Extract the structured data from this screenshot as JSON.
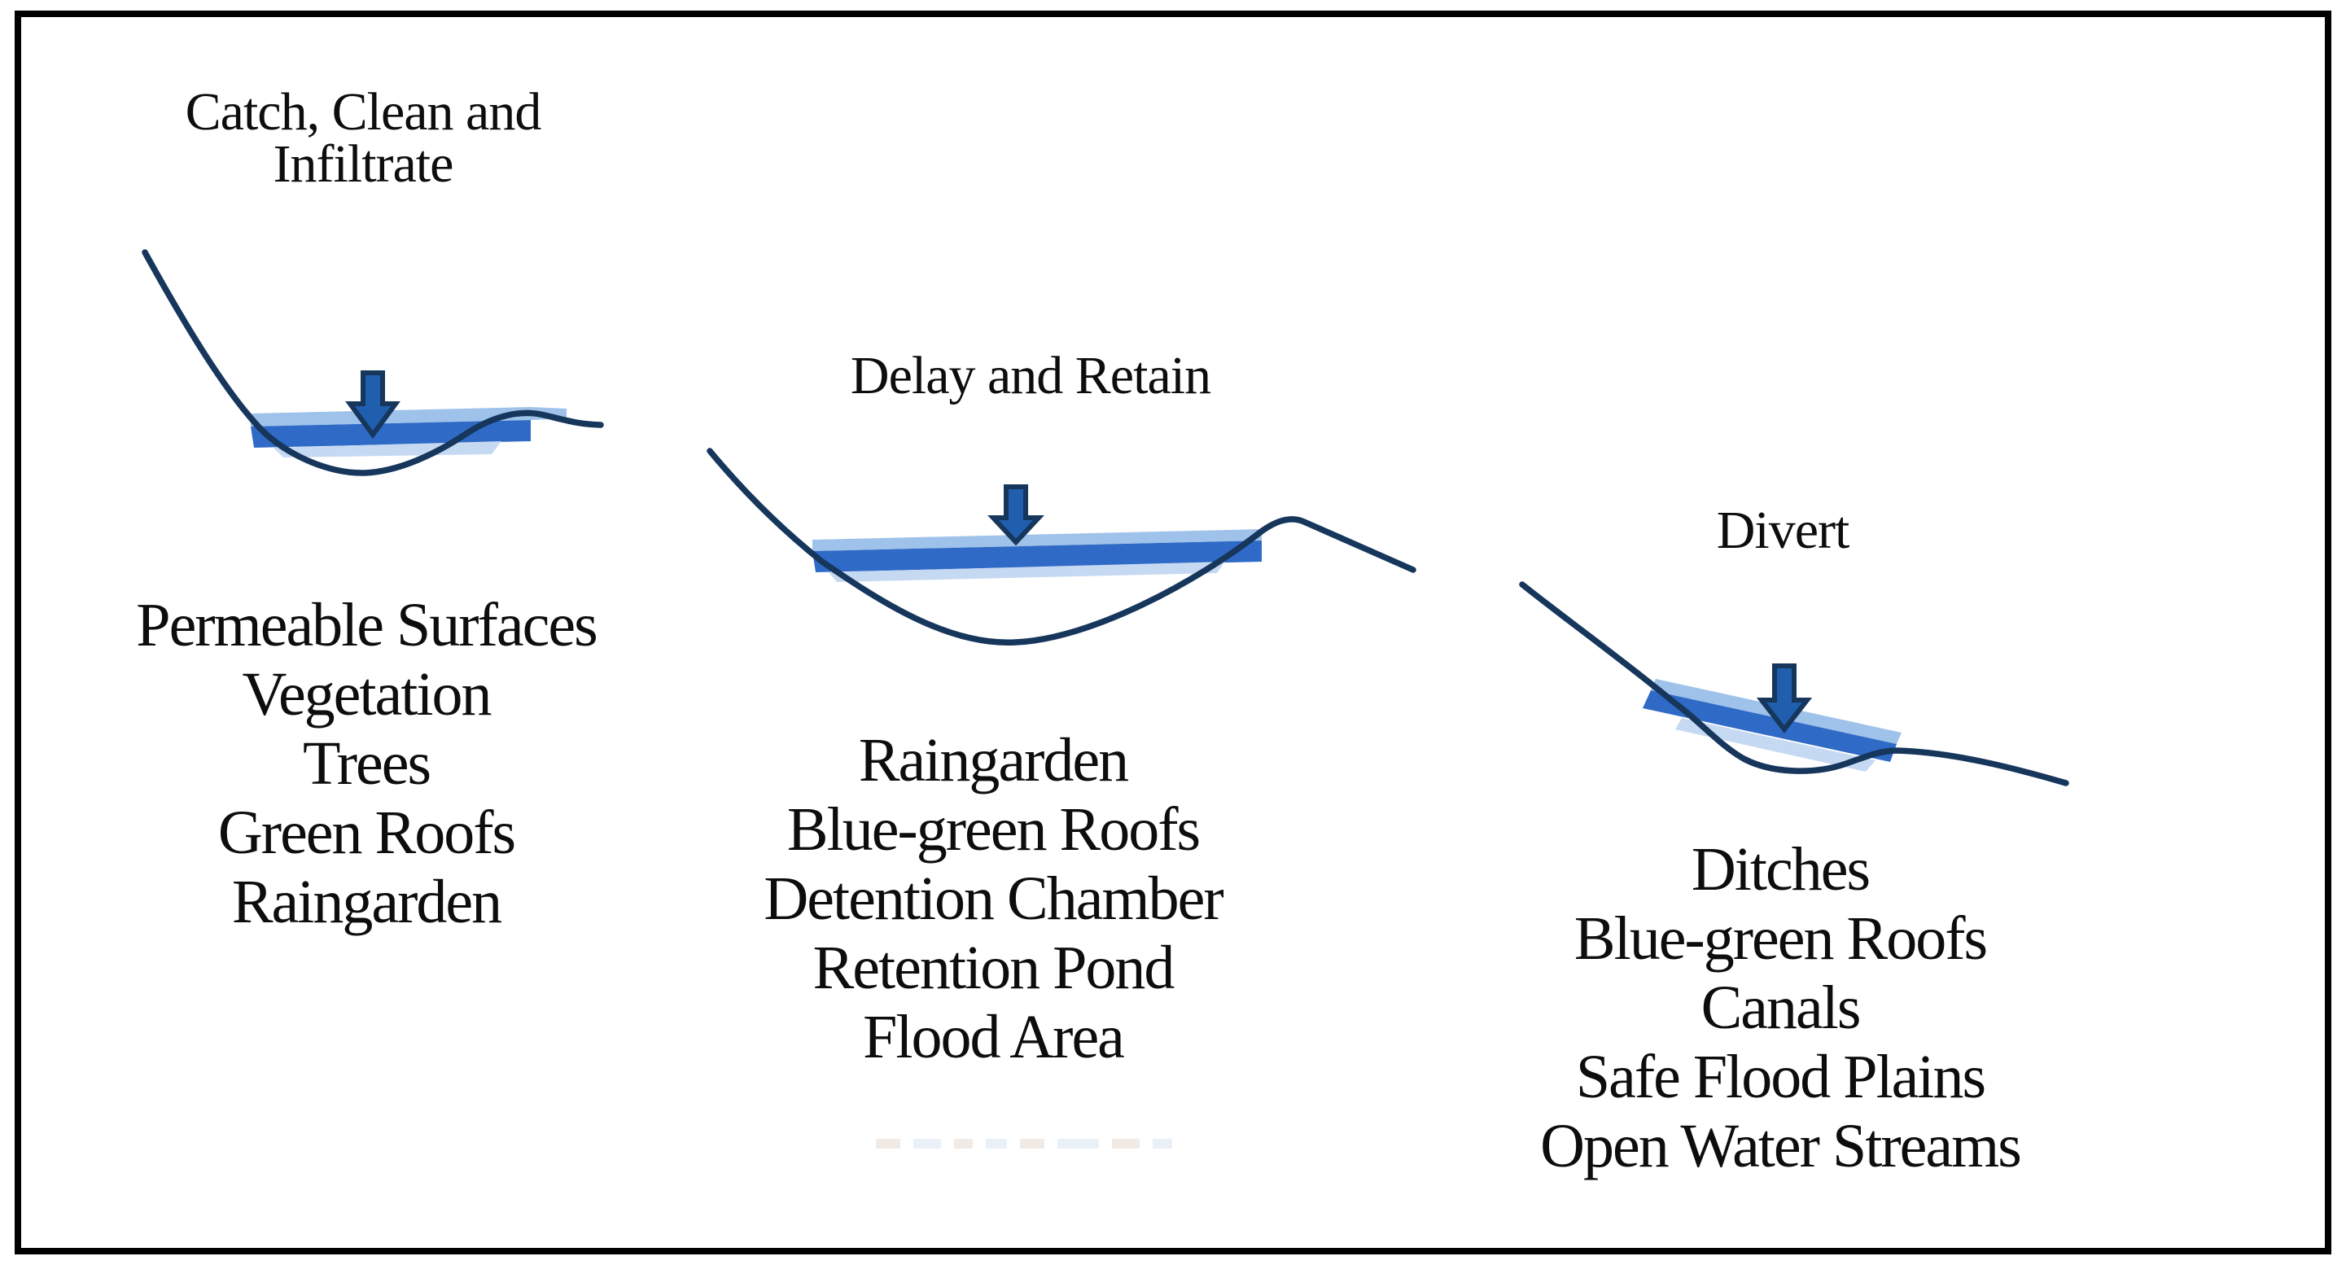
{
  "figure": {
    "sections": [
      {
        "name": "catch-clean-infiltrate",
        "title_lines": [
          "Catch, Clean and",
          "Infiltrate"
        ],
        "diagram": "shallow depression catching water with infiltration arrow",
        "items": [
          "Permeable Surfaces",
          "Vegetation",
          "Trees",
          "Green Roofs",
          "Raingarden"
        ]
      },
      {
        "name": "delay-and-retain",
        "title_lines": [
          "Delay and Retain"
        ],
        "diagram": "large retention basin holding water with inflow arrow",
        "items": [
          "Raingarden",
          "Blue-green Roofs",
          "Detention Chamber",
          "Retention Pond",
          "Flood Area"
        ]
      },
      {
        "name": "divert",
        "title_lines": [
          "Divert"
        ],
        "diagram": "sloped ditch diverting water downhill with inflow arrow",
        "items": [
          "Ditches",
          "Blue-green Roofs",
          "Canals",
          "Safe Flood Plains",
          "Open Water Streams"
        ]
      }
    ],
    "artifact": {
      "description": "faded illegible dashed text remnant below middle list",
      "dash_count": 8
    }
  },
  "colors": {
    "text": "#0d0d0d",
    "border": "#000000",
    "ground_line": "#16365c",
    "water": "#2f6ac6",
    "water_light": "#9fc2ea",
    "water_faint": "#c6d9f2",
    "arrow_core": "#1f5fae",
    "arrow_outline": "#16365c",
    "artifact_warm": "#e9dfd7",
    "artifact_cool": "#dfe8f2"
  }
}
